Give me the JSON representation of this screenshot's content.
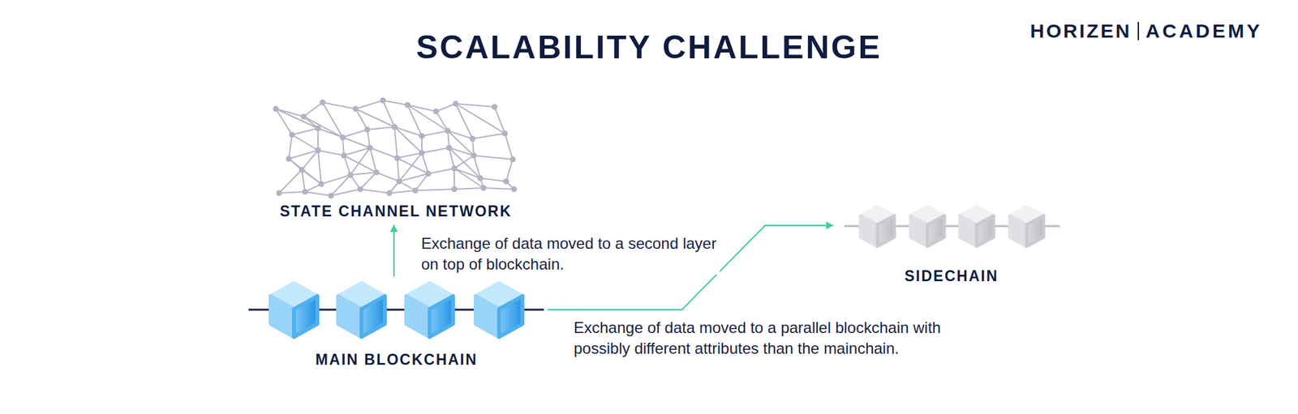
{
  "diagram": {
    "title": "SCALABILITY CHALLENGE",
    "nodes": [
      {
        "text": [
          "STATE CHANNEL NETWORK"
        ]
      },
      {
        "text": [
          "MAIN BLOCKCHAIN"
        ]
      },
      {
        "text": [
          "SIDECHAIN"
        ]
      }
    ],
    "edges": [
      {
        "from": 1,
        "to": 0,
        "arrow": "to",
        "label": "Exchange of data moved to a second layer on top of blockchain."
      },
      {
        "from": 1,
        "to": 2,
        "arrow": "to",
        "label": "Exchange of data moved to a parallel blockchain with possibly different attributes than the mainchain."
      }
    ],
    "labels": [
      "HORIZEN",
      "ACADEMY"
    ]
  }
}
